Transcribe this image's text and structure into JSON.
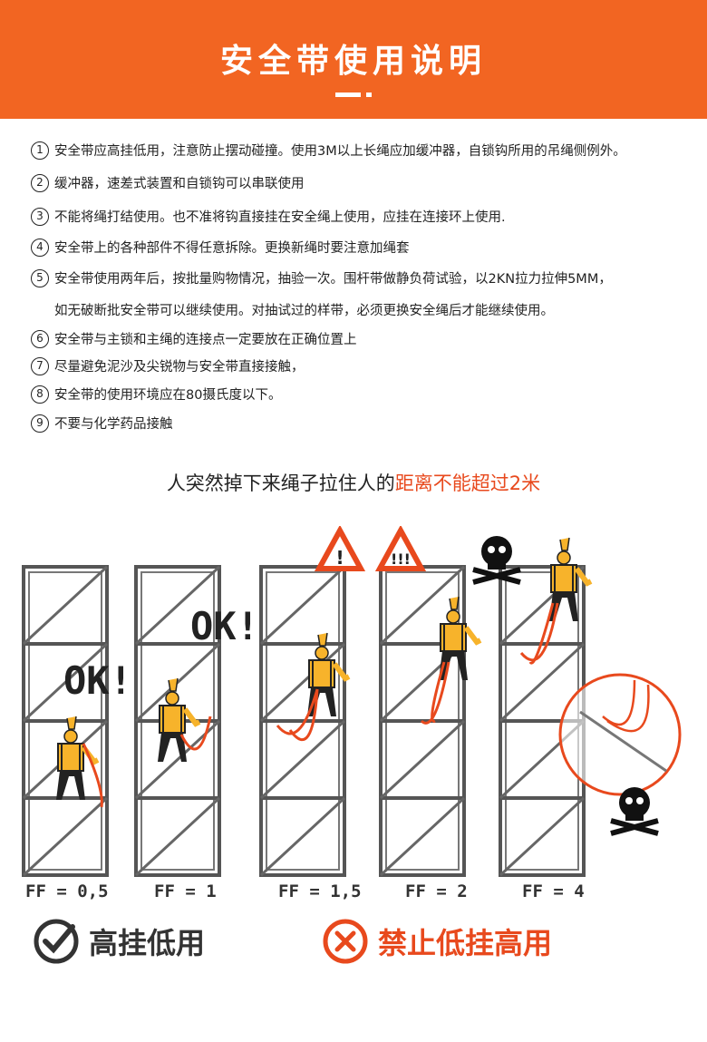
{
  "header": {
    "title": "安全带使用说明"
  },
  "rules": [
    {
      "num": "1",
      "text": "安全带应高挂低用，注意防止摆动碰撞。使用3M以上长绳应加缓冲器，自锁钩所用的吊绳侧例外。"
    },
    {
      "num": "2",
      "text": "缓冲器，速差式装置和自锁钩可以串联使用"
    },
    {
      "num": "3",
      "text": "不能将绳打结使用。也不准将钩直接挂在安全绳上使用，应挂在连接环上使用."
    },
    {
      "num": "4",
      "text": "安全带上的各种部件不得任意拆除。更换新绳时要注意加绳套"
    },
    {
      "num": "5",
      "text": "安全带使用两年后，按批量购物情况，抽验一次。围杆带做静负荷试验，以2KN拉力拉伸5MM，",
      "cont": "如无破断批安全带可以继续使用。对抽试过的样带，必须更换安全绳后才能继续使用。"
    },
    {
      "num": "6",
      "text": "安全带与主锁和主绳的连接点一定要放在正确位置上"
    },
    {
      "num": "7",
      "text": "尽量避免泥沙及尖锐物与安全带直接接触，"
    },
    {
      "num": "8",
      "text": "安全带的使用环境应在80摄氏度以下。"
    },
    {
      "num": "9",
      "text": "不要与化学药品接触"
    }
  ],
  "subtitle": {
    "prefix": "人突然掉下来绳子拉住人的",
    "highlight": "距离不能超过2米"
  },
  "scenes": [
    {
      "ff": "FF = 0,5",
      "badge": "OK!"
    },
    {
      "ff": "FF = 1",
      "badge": "OK!"
    },
    {
      "ff": "FF = 1,5",
      "badge": "!"
    },
    {
      "ff": "FF = 2",
      "badge": "!!!"
    },
    {
      "ff": "FF = 4",
      "badge": ""
    }
  ],
  "bottom": {
    "good": "高挂低用",
    "bad": "禁止低挂高用"
  },
  "colors": {
    "accent": "#f26522",
    "red": "#e8491d",
    "yellow": "#f7b32b",
    "frame": "#555555"
  }
}
